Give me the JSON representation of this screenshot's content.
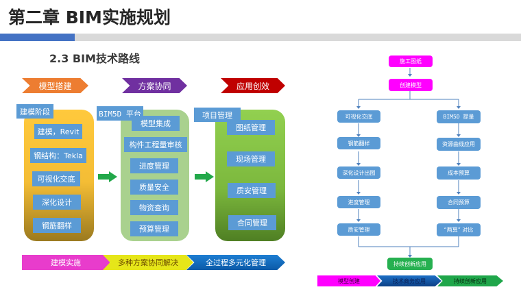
{
  "header": {
    "chapter_title": "第二章  BIM实施规划",
    "section_title": "2.3 BIM技术路线"
  },
  "colors": {
    "accent_blue": "#4472c4",
    "band_grey": "#d9d9d9",
    "box_blue": "#5b9bd5",
    "arrow_green": "#22a84a"
  },
  "phases": [
    {
      "label": "模型搭建",
      "color": "#ed7d31"
    },
    {
      "label": "方案协同",
      "color": "#7030a0"
    },
    {
      "label": "应用创效",
      "color": "#c00000"
    }
  ],
  "columns": [
    {
      "tag": "建模阶段",
      "items": [
        "建模，Revit",
        "钢结构：Tekla",
        "可视化交底",
        "深化设计",
        "钢筋翻样"
      ]
    },
    {
      "tag": "BIM5D 平台",
      "items": [
        "模型集成",
        "构件工程量审核",
        "进度管理",
        "质量安全",
        "物资查询",
        "预算管理"
      ]
    },
    {
      "tag": "项目管理",
      "items": [
        "图纸管理",
        "现场管理",
        "质安管理",
        "合同管理"
      ]
    }
  ],
  "bottom_bar": [
    "建模实施",
    "多种方案协同解决",
    "全过程多元化管理"
  ],
  "flowchart": {
    "start": "施工图纸",
    "create": "创建模型",
    "left_branch": [
      "可视化交底",
      "钢筋翻样",
      "深化设计出图",
      "进度管理",
      "质安管理"
    ],
    "right_branch": [
      "BIM5D 提量",
      "资源曲线应用",
      "成本预算",
      "合同预算",
      "“两算” 对比"
    ],
    "end": "持续创新应用",
    "bottom_bar": [
      "模型创建",
      "技术商务应用",
      "持续创新应用"
    ]
  }
}
